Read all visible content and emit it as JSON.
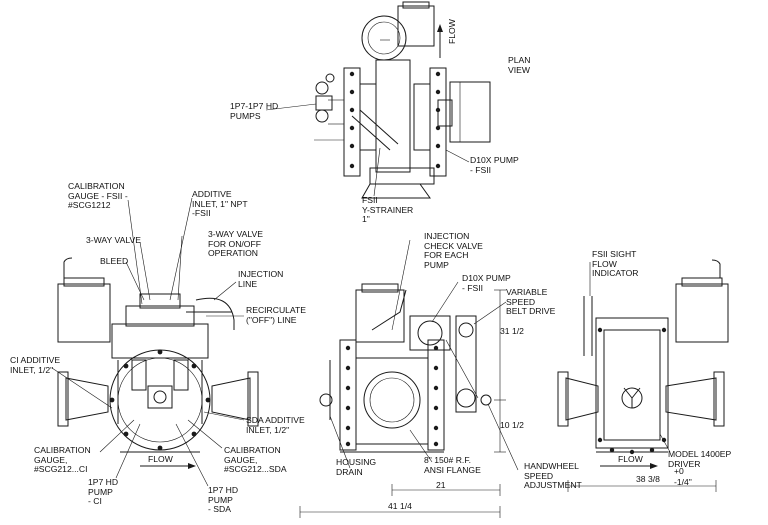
{
  "views": {
    "plan": {
      "title": [
        "PLAN",
        "VIEW"
      ],
      "flow": "FLOW",
      "labels": {
        "pumps_1p7": [
          "1P7-1P7 HD",
          "PUMPS"
        ],
        "d10x_pump": [
          "D10X PUMP",
          "- FSII"
        ],
        "y_strainer": [
          "FSII",
          "Y-STRAINER",
          "1\""
        ]
      }
    },
    "left": {
      "flow": "FLOW",
      "labels": {
        "calibration_gauge_fsii": [
          "CALIBRATION",
          "GAUGE - FSII -",
          "#SCG1212"
        ],
        "additive_inlet": [
          "ADDITIVE",
          "INLET, 1\" NPT",
          "-FSII"
        ],
        "three_way_valve": "3-WAY VALVE",
        "three_way_valve_onoff": [
          "3-WAY VALVE",
          "FOR ON/OFF",
          "OPERATION"
        ],
        "bleed": "BLEED",
        "injection_line": [
          "INJECTION",
          "LINE"
        ],
        "recirculate": [
          "RECIRCULATE",
          "(\"OFF\") LINE"
        ],
        "ci_additive_inlet": [
          "CI ADDITIVE",
          "INLET, 1/2\""
        ],
        "sda_additive_inlet": [
          "SDA ADDITIVE",
          "INLET, 1/2\""
        ],
        "calibration_gauge_ci": [
          "CALIBRATION",
          "GAUGE,",
          "#SCG212...CI"
        ],
        "calibration_gauge_sda": [
          "CALIBRATION",
          "GAUGE,",
          "#SCG212...SDA"
        ],
        "pump_ci": [
          "1P7 HD",
          "PUMP",
          "- CI"
        ],
        "pump_sda": [
          "1P7 HD",
          "PUMP",
          "- SDA"
        ]
      }
    },
    "center": {
      "labels": {
        "injection_check_valve": [
          "INJECTION",
          "CHECK VALVE",
          "FOR EACH",
          "PUMP"
        ],
        "d10x_pump": [
          "D10X PUMP",
          "- FSII"
        ],
        "variable_speed": [
          "VARIABLE",
          "SPEED",
          "BELT DRIVE"
        ],
        "housing_drain": [
          "HOUSING",
          "DRAIN"
        ],
        "flange": [
          "8\" 150# R.F.",
          "ANSI FLANGE"
        ],
        "handwheel": [
          "HANDWHEEL",
          "SPEED",
          "ADJUSTMENT"
        ]
      },
      "dimensions": {
        "height_total": "31 1/2",
        "height_center": "10 1/2",
        "width_inner": "21",
        "width_total": "41 1/4"
      }
    },
    "right": {
      "flow": "FLOW",
      "labels": {
        "sight_flow_indicator": [
          "FSII SIGHT",
          "FLOW",
          "INDICATOR"
        ],
        "model_driver": [
          "MODEL 1400EP",
          "DRIVER"
        ]
      },
      "dimensions": {
        "width": "38 3/8",
        "tol_plus": "+0",
        "tol_minus": "-1/4\""
      }
    }
  }
}
